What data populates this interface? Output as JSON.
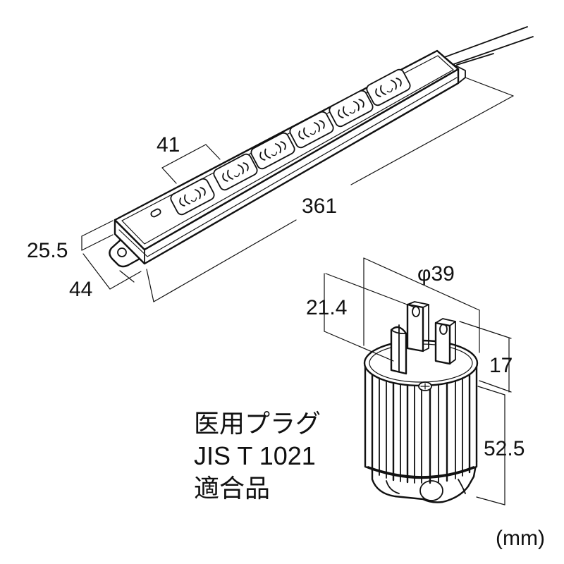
{
  "dimensions": {
    "outlet_pitch": "41",
    "strip_length": "361",
    "strip_height": "25.5",
    "strip_width": "44",
    "plug_diameter": "φ39",
    "prong_length": "21.4",
    "ground_pin": "17",
    "plug_body_length": "52.5"
  },
  "caption": {
    "line1": "医用プラグ",
    "line2": "JIS T 1021",
    "line3": "適合品"
  },
  "unit": "(mm)",
  "outlet_count": 6
}
